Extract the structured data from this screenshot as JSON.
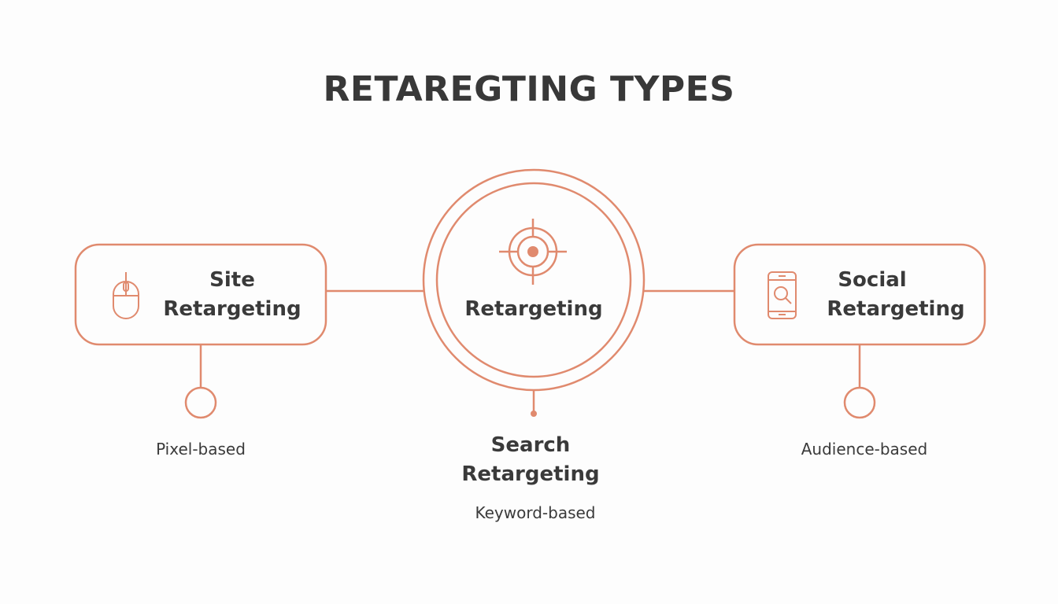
{
  "title": "RETAREGTING TYPES",
  "accent_color": "#e08a6e",
  "center": {
    "label": "Retargeting",
    "icon": "target-icon"
  },
  "nodes": [
    {
      "title_line1": "Site",
      "title_line2": "Retargeting",
      "subtitle": "Pixel-based",
      "icon": "mouse-icon"
    },
    {
      "title_line1": "Search",
      "title_line2": "Retargeting",
      "subtitle": "Keyword-based"
    },
    {
      "title_line1": "Social",
      "title_line2": "Retargeting",
      "subtitle": "Audience-based",
      "icon": "phone-search-icon"
    }
  ]
}
